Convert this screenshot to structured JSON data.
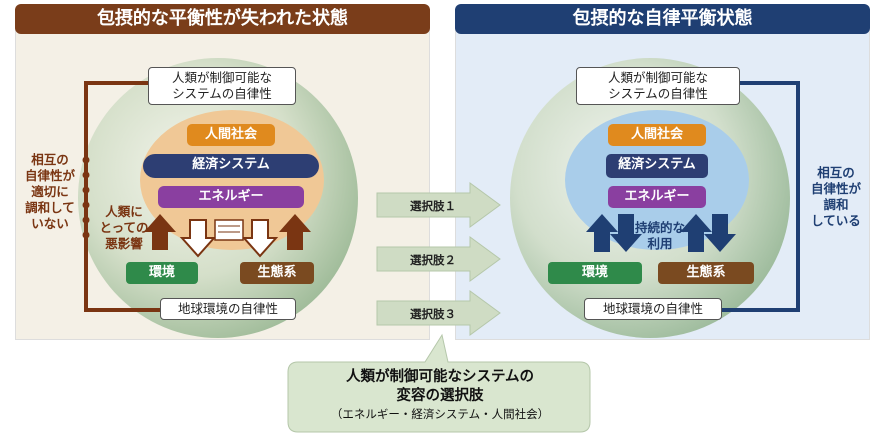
{
  "left": {
    "title": "包摂的な平衡性が失われた状態",
    "control_box": [
      "人類が制御可能な",
      "システムの自律性"
    ],
    "layers": [
      "人間社会",
      "経済システム",
      "エネルギー"
    ],
    "side_text": [
      "相互の",
      "自律性が",
      "適切に",
      "調和して",
      "いない"
    ],
    "impact_text": [
      "人類に",
      "とっての",
      "悪影響"
    ],
    "env_tag": "環境",
    "eco_tag": "生態系",
    "earth_box": "地球環境の自律性",
    "colors": {
      "header": "#7a3d1a",
      "inner": "#f0c896",
      "dark_arrow": "#7a3512"
    }
  },
  "right": {
    "title": "包摂的な自律平衡状態",
    "control_box": [
      "人類が制御可能な",
      "システムの自律性"
    ],
    "layers": [
      "人間社会",
      "経済システム",
      "エネルギー"
    ],
    "side_text": [
      "相互の",
      "自律性が",
      "調和",
      "している"
    ],
    "usage_text": [
      "持続的な",
      "利用"
    ],
    "env_tag": "環境",
    "eco_tag": "生態系",
    "earth_box": "地球環境の自律性",
    "colors": {
      "header": "#1f3f73",
      "inner": "#a9cdea",
      "dark_arrow": "#1f3f73"
    }
  },
  "options": [
    "選択肢１",
    "選択肢２",
    "選択肢３"
  ],
  "bottom": {
    "line1": "人類が制御可能なシステムの",
    "line2": "変容の選択肢",
    "line3": "（エネルギー・経済システム・人間社会）"
  },
  "layer_colors": {
    "society": "#e08a1e",
    "economy": "#2d3e73",
    "energy": "#8a3fa0",
    "env": "#2f8a4a",
    "eco": "#7a4a20"
  }
}
